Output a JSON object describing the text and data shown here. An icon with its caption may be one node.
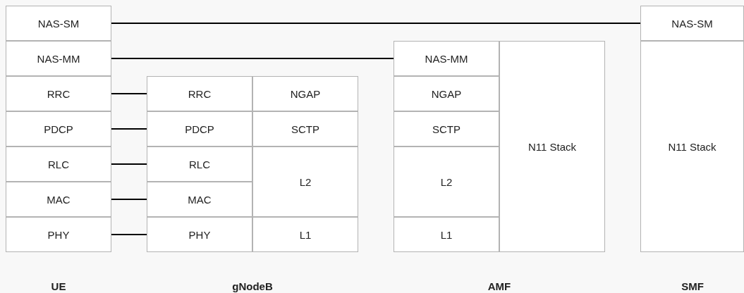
{
  "diagram": {
    "nodes": [
      {
        "text": [
          "NAS-SM"
        ]
      },
      {
        "text": [
          "NAS-MM"
        ]
      },
      {
        "text": [
          "RRC"
        ]
      },
      {
        "text": [
          "PDCP"
        ]
      },
      {
        "text": [
          "RLC"
        ]
      },
      {
        "text": [
          "MAC"
        ]
      },
      {
        "text": [
          "PHY"
        ]
      },
      {
        "text": [
          "RRC"
        ]
      },
      {
        "text": [
          "NGAP"
        ]
      },
      {
        "text": [
          "PDCP"
        ]
      },
      {
        "text": [
          "SCTP"
        ]
      },
      {
        "text": [
          "RLC"
        ]
      },
      {
        "text": [
          "L2"
        ]
      },
      {
        "text": [
          "MAC"
        ]
      },
      {
        "text": [
          "PHY"
        ]
      },
      {
        "text": [
          "L1"
        ]
      },
      {
        "text": [
          "NAS-MM"
        ]
      },
      {
        "text": [
          "N11 Stack"
        ]
      },
      {
        "text": [
          "NGAP"
        ]
      },
      {
        "text": [
          "SCTP"
        ]
      },
      {
        "text": [
          "L2"
        ]
      },
      {
        "text": [
          "L1"
        ]
      },
      {
        "text": [
          "NAS-SM"
        ]
      },
      {
        "text": [
          "N11 Stack"
        ]
      }
    ],
    "edges": [
      {
        "from": 0,
        "to": 22,
        "arrow": "none"
      },
      {
        "from": 1,
        "to": 16,
        "arrow": "none"
      },
      {
        "from": 2,
        "to": 7,
        "arrow": "none"
      },
      {
        "from": 3,
        "to": 9,
        "arrow": "none"
      },
      {
        "from": 4,
        "to": 11,
        "arrow": "none"
      },
      {
        "from": 5,
        "to": 13,
        "arrow": "none"
      },
      {
        "from": 6,
        "to": 14,
        "arrow": "none"
      }
    ],
    "labels": [
      "UE",
      "gNodeB",
      "AMF",
      "SMF"
    ]
  }
}
